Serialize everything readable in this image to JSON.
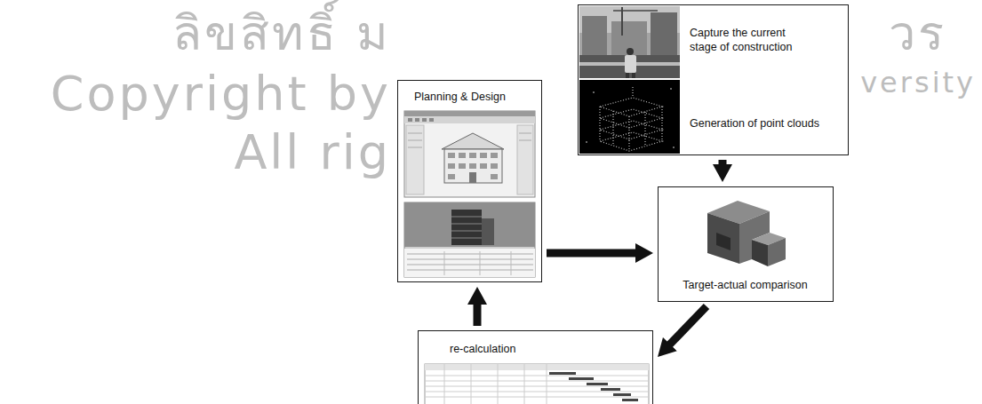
{
  "diagram": {
    "nodes": [
      {
        "text": [
          "Planning & Design"
        ]
      },
      {
        "text": [
          "Capture the current stage of construction",
          "Generation of point clouds"
        ]
      },
      {
        "text": [
          "Target-actual comparison"
        ]
      },
      {
        "text": [
          "re-calculation"
        ]
      }
    ],
    "edges": [
      {
        "from": 1,
        "to": 2,
        "arrow": "to"
      },
      {
        "from": 0,
        "to": 2,
        "arrow": "to"
      },
      {
        "from": 2,
        "to": 3,
        "arrow": "to"
      },
      {
        "from": 3,
        "to": 0,
        "arrow": "to"
      }
    ],
    "labels": [
      "ลิขสิทธิ์ ม",
      "วร",
      "Copyright by",
      "versity",
      "All rig"
    ]
  }
}
